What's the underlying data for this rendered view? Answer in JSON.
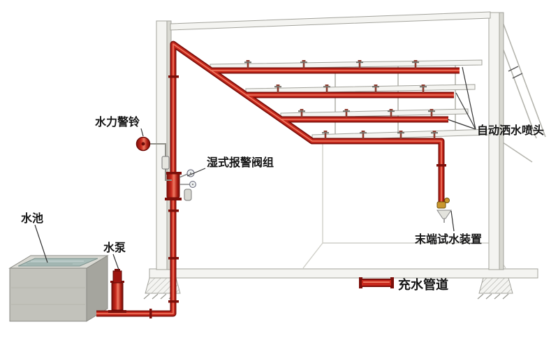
{
  "diagram": {
    "type": "wet-pipe-automatic-sprinkler-system",
    "labels": {
      "water_pool": "水池",
      "water_pump": "水泵",
      "hydraulic_alarm_bell": "水力警铃",
      "wet_alarm_valve_group": "湿式报警阀组",
      "auto_sprinkler_heads": "自动洒水喷头",
      "end_test_device": "末端试水装置",
      "water_filled_pipe": "充水管道"
    },
    "colors": {
      "pipe_red": "#c8281c",
      "pipe_dark": "#7c0f0a",
      "pipe_highlight": "#ef7a62",
      "brass": "#c9972e",
      "water": "#a9bdb9"
    }
  }
}
